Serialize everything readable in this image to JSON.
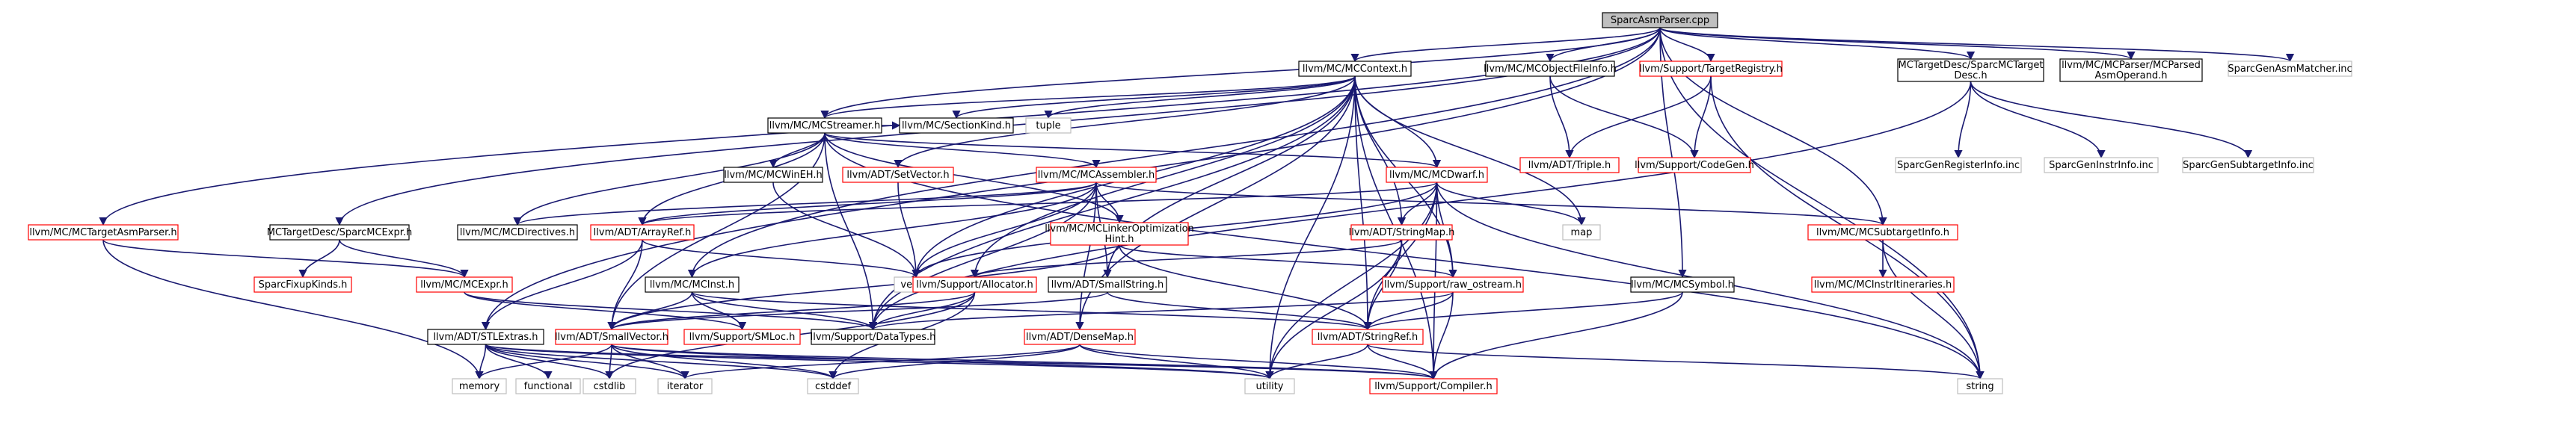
{
  "graph": {
    "colors": {
      "edge": "#191970",
      "root_fill": "#bfbfbf",
      "box_border": "#000000",
      "missing_border": "#ff0000",
      "external_border": "#bfbfbf"
    },
    "nodes": [
      {
        "id": "root",
        "lines": [
          "SparcAsmParser.cpp"
        ],
        "style": "root"
      },
      {
        "id": "mccontext",
        "lines": [
          "llvm/MC/MCContext.h"
        ],
        "style": "normal"
      },
      {
        "id": "mcobjectfileinfo",
        "lines": [
          "llvm/MC/MCObjectFileInfo.h"
        ],
        "style": "normal"
      },
      {
        "id": "targetregistry",
        "lines": [
          "llvm/Support/TargetRegistry.h"
        ],
        "style": "red"
      },
      {
        "id": "sparcmctargetdesc",
        "lines": [
          "MCTargetDesc/SparcMCTarget",
          "Desc.h"
        ],
        "style": "normal"
      },
      {
        "id": "mcparsedasmoperand",
        "lines": [
          "llvm/MC/MCParser/MCParsed",
          "AsmOperand.h"
        ],
        "style": "normal"
      },
      {
        "id": "sparcgenasmmatcher",
        "lines": [
          "SparcGenAsmMatcher.inc"
        ],
        "style": "gray"
      },
      {
        "id": "mcstreamer",
        "lines": [
          "llvm/MC/MCStreamer.h"
        ],
        "style": "normal"
      },
      {
        "id": "mcsectionkind",
        "lines": [
          "llvm/MC/SectionKind.h"
        ],
        "style": "normal"
      },
      {
        "id": "tuple",
        "lines": [
          "tuple"
        ],
        "style": "gray"
      },
      {
        "id": "triple",
        "lines": [
          "llvm/ADT/Triple.h"
        ],
        "style": "red"
      },
      {
        "id": "codegen",
        "lines": [
          "llvm/Support/CodeGen.h"
        ],
        "style": "red"
      },
      {
        "id": "sparcgenregisterinfo",
        "lines": [
          "SparcGenRegisterInfo.inc"
        ],
        "style": "gray"
      },
      {
        "id": "sparcgeninstrinfo",
        "lines": [
          "SparcGenInstrInfo.inc"
        ],
        "style": "gray"
      },
      {
        "id": "sparcgensubtargetinfo",
        "lines": [
          "SparcGenSubtargetInfo.inc"
        ],
        "style": "gray"
      },
      {
        "id": "mcwinneh",
        "lines": [
          "llvm/MC/MCWinEH.h"
        ],
        "style": "normal"
      },
      {
        "id": "setvector",
        "lines": [
          "llvm/ADT/SetVector.h"
        ],
        "style": "red"
      },
      {
        "id": "mcassembler",
        "lines": [
          "llvm/MC/MCAssembler.h"
        ],
        "style": "red"
      },
      {
        "id": "mcdwarf",
        "lines": [
          "llvm/MC/MCDwarf.h"
        ],
        "style": "red"
      },
      {
        "id": "mctargetasmparser",
        "lines": [
          "llvm/MC/MCTargetAsmParser.h"
        ],
        "style": "red"
      },
      {
        "id": "sparcmcexpr",
        "lines": [
          "MCTargetDesc/SparcMCExpr.h"
        ],
        "style": "normal"
      },
      {
        "id": "mcdirectives",
        "lines": [
          "llvm/MC/MCDirectives.h"
        ],
        "style": "normal"
      },
      {
        "id": "arrayref",
        "lines": [
          "llvm/ADT/ArrayRef.h"
        ],
        "style": "red"
      },
      {
        "id": "mclinkeropt",
        "lines": [
          "llvm/MC/MCLinkerOptimization",
          "Hint.h"
        ],
        "style": "red"
      },
      {
        "id": "stringmap",
        "lines": [
          "llvm/ADT/StringMap.h"
        ],
        "style": "red"
      },
      {
        "id": "map",
        "lines": [
          "map"
        ],
        "style": "gray"
      },
      {
        "id": "mcsubtargetinfo",
        "lines": [
          "llvm/MC/MCSubtargetInfo.h"
        ],
        "style": "red"
      },
      {
        "id": "sparcfixupkinds",
        "lines": [
          "SparcFixupKinds.h"
        ],
        "style": "red"
      },
      {
        "id": "mcexpr",
        "lines": [
          "llvm/MC/MCExpr.h"
        ],
        "style": "red"
      },
      {
        "id": "vector",
        "lines": [
          "vector"
        ],
        "style": "gray"
      },
      {
        "id": "mcinst",
        "lines": [
          "llvm/MC/MCInst.h"
        ],
        "style": "normal"
      },
      {
        "id": "allocator",
        "lines": [
          "llvm/Support/Allocator.h"
        ],
        "style": "red"
      },
      {
        "id": "smallstring",
        "lines": [
          "llvm/ADT/SmallString.h"
        ],
        "style": "normal"
      },
      {
        "id": "rawostream",
        "lines": [
          "llvm/Support/raw_ostream.h"
        ],
        "style": "red"
      },
      {
        "id": "mcsymbol",
        "lines": [
          "llvm/MC/MCSymbol.h"
        ],
        "style": "normal"
      },
      {
        "id": "mcinstritineraries",
        "lines": [
          "llvm/MC/MCInstrItineraries.h"
        ],
        "style": "red"
      },
      {
        "id": "stlextras",
        "lines": [
          "llvm/ADT/STLExtras.h"
        ],
        "style": "normal"
      },
      {
        "id": "smallvector",
        "lines": [
          "llvm/ADT/SmallVector.h"
        ],
        "style": "red"
      },
      {
        "id": "smloc",
        "lines": [
          "llvm/Support/SMLoc.h"
        ],
        "style": "red"
      },
      {
        "id": "datatypes",
        "lines": [
          "llvm/Support/DataTypes.h"
        ],
        "style": "normal"
      },
      {
        "id": "densemap",
        "lines": [
          "llvm/ADT/DenseMap.h"
        ],
        "style": "red"
      },
      {
        "id": "stringref",
        "lines": [
          "llvm/ADT/StringRef.h"
        ],
        "style": "red"
      },
      {
        "id": "string",
        "lines": [
          "string"
        ],
        "style": "gray"
      },
      {
        "id": "memory",
        "lines": [
          "memory"
        ],
        "style": "gray"
      },
      {
        "id": "functional",
        "lines": [
          "functional"
        ],
        "style": "gray"
      },
      {
        "id": "cstdlib",
        "lines": [
          "cstdlib"
        ],
        "style": "gray"
      },
      {
        "id": "iterator",
        "lines": [
          "iterator"
        ],
        "style": "gray"
      },
      {
        "id": "cstddef",
        "lines": [
          "cstddef"
        ],
        "style": "gray"
      },
      {
        "id": "utility",
        "lines": [
          "utility"
        ],
        "style": "gray"
      },
      {
        "id": "compiler",
        "lines": [
          "llvm/Support/Compiler.h"
        ],
        "style": "red"
      }
    ],
    "edges": [
      [
        "root",
        "mccontext"
      ],
      [
        "root",
        "mcobjectfileinfo"
      ],
      [
        "root",
        "targetregistry"
      ],
      [
        "root",
        "sparcmctargetdesc"
      ],
      [
        "root",
        "mcparsedasmoperand"
      ],
      [
        "root",
        "sparcgenasmmatcher"
      ],
      [
        "root",
        "mcstreamer"
      ],
      [
        "root",
        "mcinst"
      ],
      [
        "root",
        "mctargetasmparser"
      ],
      [
        "root",
        "sparcmcexpr"
      ],
      [
        "root",
        "stlextras"
      ],
      [
        "root",
        "mcsymbol"
      ],
      [
        "root",
        "mcsubtargetinfo"
      ],
      [
        "root",
        "string"
      ],
      [
        "mccontext",
        "mcstreamer"
      ],
      [
        "mccontext",
        "mcsectionkind"
      ],
      [
        "mccontext",
        "tuple"
      ],
      [
        "mccontext",
        "setvector"
      ],
      [
        "mccontext",
        "mcdwarf"
      ],
      [
        "mccontext",
        "stringmap"
      ],
      [
        "mccontext",
        "allocator"
      ],
      [
        "mccontext",
        "smallstring"
      ],
      [
        "mccontext",
        "densemap"
      ],
      [
        "mccontext",
        "map"
      ],
      [
        "mccontext",
        "vector"
      ],
      [
        "mccontext",
        "rawostream"
      ],
      [
        "mccontext",
        "compiler"
      ],
      [
        "mccontext",
        "datatypes"
      ],
      [
        "mccontext",
        "utility"
      ],
      [
        "mccontext",
        "stringref"
      ],
      [
        "mcobjectfileinfo",
        "triple"
      ],
      [
        "mcobjectfileinfo",
        "codegen"
      ],
      [
        "targetregistry",
        "triple"
      ],
      [
        "targetregistry",
        "codegen"
      ],
      [
        "targetregistry",
        "string"
      ],
      [
        "sparcmctargetdesc",
        "sparcgenregisterinfo"
      ],
      [
        "sparcmctargetdesc",
        "sparcgeninstrinfo"
      ],
      [
        "sparcmctargetdesc",
        "sparcgensubtargetinfo"
      ],
      [
        "sparcmctargetdesc",
        "datatypes"
      ],
      [
        "mcstreamer",
        "mcsectionkind"
      ],
      [
        "mcstreamer",
        "mcwinneh"
      ],
      [
        "mcstreamer",
        "mcassembler"
      ],
      [
        "mcstreamer",
        "mcdwarf"
      ],
      [
        "mcstreamer",
        "mcdirectives"
      ],
      [
        "mcstreamer",
        "arrayref"
      ],
      [
        "mcstreamer",
        "mclinkeropt"
      ],
      [
        "mcstreamer",
        "smallvector"
      ],
      [
        "mcstreamer",
        "datatypes"
      ],
      [
        "mcstreamer",
        "string"
      ],
      [
        "mcwinneh",
        "vector"
      ],
      [
        "setvector",
        "vector"
      ],
      [
        "mcassembler",
        "mcdirectives"
      ],
      [
        "mcassembler",
        "mclinkeropt"
      ],
      [
        "mcassembler",
        "mcsubtargetinfo"
      ],
      [
        "mcassembler",
        "arrayref"
      ],
      [
        "mcassembler",
        "densemap"
      ],
      [
        "mcassembler",
        "smallstring"
      ],
      [
        "mcassembler",
        "mcinst"
      ],
      [
        "mcassembler",
        "vector"
      ],
      [
        "mcassembler",
        "datatypes"
      ],
      [
        "mcdwarf",
        "arrayref"
      ],
      [
        "mcdwarf",
        "stringmap"
      ],
      [
        "mcdwarf",
        "map"
      ],
      [
        "mcdwarf",
        "rawostream"
      ],
      [
        "mcdwarf",
        "vector"
      ],
      [
        "mcdwarf",
        "string"
      ],
      [
        "mcdwarf",
        "utility"
      ],
      [
        "mcdwarf",
        "compiler"
      ],
      [
        "mcdwarf",
        "stringref"
      ],
      [
        "mctargetasmparser",
        "mcexpr"
      ],
      [
        "mctargetasmparser",
        "memory"
      ],
      [
        "sparcmcexpr",
        "mcexpr"
      ],
      [
        "sparcmcexpr",
        "sparcfixupkinds"
      ],
      [
        "arrayref",
        "smallvector"
      ],
      [
        "arrayref",
        "vector"
      ],
      [
        "arrayref",
        "stlextras"
      ],
      [
        "mclinkeropt",
        "smallvector"
      ],
      [
        "mclinkeropt",
        "rawostream"
      ],
      [
        "mclinkeropt",
        "stringref"
      ],
      [
        "stringmap",
        "allocator"
      ],
      [
        "stringmap",
        "stringref"
      ],
      [
        "stringmap",
        "utility"
      ],
      [
        "mcsubtargetinfo",
        "mcinstritineraries"
      ],
      [
        "mcsubtargetinfo",
        "string"
      ],
      [
        "mcexpr",
        "smloc"
      ],
      [
        "mcexpr",
        "datatypes"
      ],
      [
        "mcinst",
        "smallvector"
      ],
      [
        "mcinst",
        "smloc"
      ],
      [
        "mcinst",
        "datatypes"
      ],
      [
        "mcinst",
        "stringref"
      ],
      [
        "allocator",
        "smallvector"
      ],
      [
        "allocator",
        "datatypes"
      ],
      [
        "allocator",
        "cstddef"
      ],
      [
        "allocator",
        "cstdlib"
      ],
      [
        "smallstring",
        "smallvector"
      ],
      [
        "smallstring",
        "stringref"
      ],
      [
        "rawostream",
        "stringref"
      ],
      [
        "rawostream",
        "compiler"
      ],
      [
        "rawostream",
        "datatypes"
      ],
      [
        "mcsymbol",
        "stringref"
      ],
      [
        "mcsymbol",
        "compiler"
      ],
      [
        "stlextras",
        "memory"
      ],
      [
        "stlextras",
        "functional"
      ],
      [
        "stlextras",
        "cstdlib"
      ],
      [
        "stlextras",
        "iterator"
      ],
      [
        "stlextras",
        "cstddef"
      ],
      [
        "stlextras",
        "utility"
      ],
      [
        "stlextras",
        "compiler"
      ],
      [
        "smallvector",
        "memory"
      ],
      [
        "smallvector",
        "cstdlib"
      ],
      [
        "smallvector",
        "iterator"
      ],
      [
        "smallvector",
        "cstddef"
      ],
      [
        "smallvector",
        "utility"
      ],
      [
        "smallvector",
        "compiler"
      ],
      [
        "densemap",
        "iterator"
      ],
      [
        "densemap",
        "cstddef"
      ],
      [
        "densemap",
        "utility"
      ],
      [
        "densemap",
        "compiler"
      ],
      [
        "stringref",
        "utility"
      ],
      [
        "stringref",
        "string"
      ],
      [
        "stringref",
        "compiler"
      ]
    ]
  }
}
